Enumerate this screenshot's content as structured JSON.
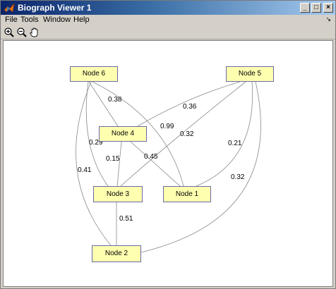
{
  "window": {
    "title": "Biograph Viewer 1",
    "title_bar_color": "#0a246a",
    "controls": {
      "minimize": "_",
      "maximize": "□",
      "close": "×"
    }
  },
  "menubar": {
    "items": [
      "File",
      "Tools",
      "Window",
      "Help"
    ],
    "dock_glyph": "↘"
  },
  "toolbar": {
    "tools": [
      "zoom-in-icon",
      "zoom-out-icon",
      "pan-hand-icon"
    ]
  },
  "graph": {
    "node_fill": "#ffffb0",
    "node_border": "#6a6aa8",
    "edge_color": "#8a8a8a",
    "nodes": [
      {
        "id": "n6",
        "label": "Node 6"
      },
      {
        "id": "n5",
        "label": "Node 5"
      },
      {
        "id": "n4",
        "label": "Node 4"
      },
      {
        "id": "n3",
        "label": "Node 3"
      },
      {
        "id": "n1",
        "label": "Node 1"
      },
      {
        "id": "n2",
        "label": "Node 2"
      }
    ],
    "edges": [
      {
        "from": "n6",
        "to": "n4",
        "weight": "0.38"
      },
      {
        "from": "n6",
        "to": "n1",
        "weight": "0.99"
      },
      {
        "from": "n6",
        "to": "n3",
        "weight": "0.29"
      },
      {
        "from": "n6",
        "to": "n2",
        "weight": "0.41"
      },
      {
        "from": "n5",
        "to": "n4",
        "weight": "0.36"
      },
      {
        "from": "n5",
        "to": "n3",
        "weight": "0.32"
      },
      {
        "from": "n5",
        "to": "n1",
        "weight": "0.21"
      },
      {
        "from": "n5",
        "to": "n2",
        "weight": "0.32"
      },
      {
        "from": "n4",
        "to": "n3",
        "weight": "0.15"
      },
      {
        "from": "n4",
        "to": "n1",
        "weight": "0.45"
      },
      {
        "from": "n3",
        "to": "n2",
        "weight": "0.51"
      }
    ]
  }
}
